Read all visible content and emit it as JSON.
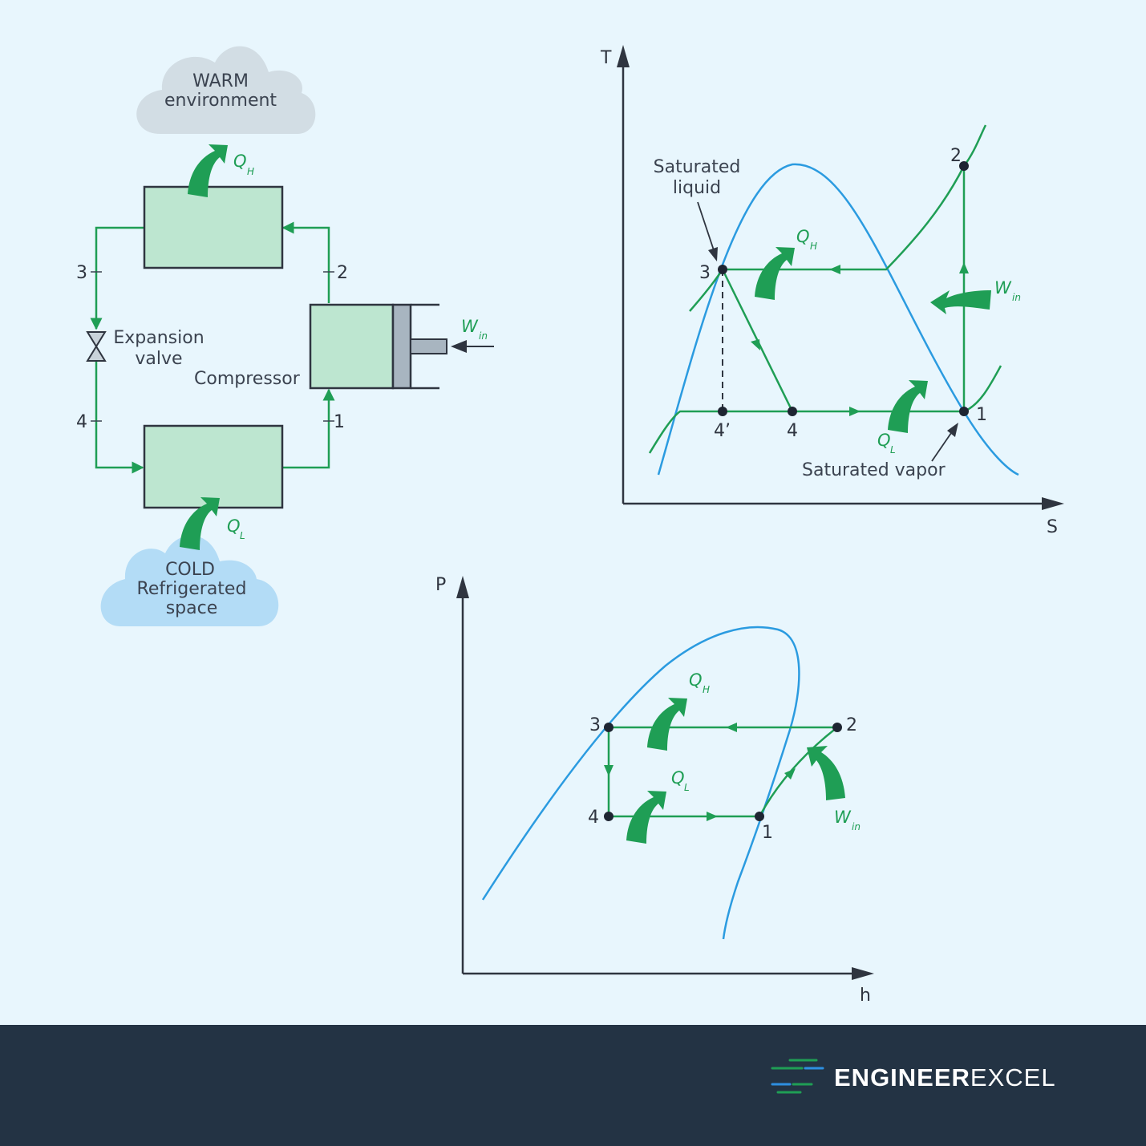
{
  "cycle": {
    "warm_cloud": [
      "WARM",
      "environment"
    ],
    "cold_cloud": [
      "COLD",
      "Refrigerated",
      "space"
    ],
    "expansion_valve": [
      "Expansion",
      "valve"
    ],
    "compressor": "Compressor",
    "state_labels": [
      "1",
      "2",
      "3",
      "4"
    ],
    "heat_out": {
      "symbol": "Q",
      "sub": "H"
    },
    "heat_in": {
      "symbol": "Q",
      "sub": "L"
    },
    "work_in": {
      "symbol": "W",
      "sub": "in"
    }
  },
  "ts_diagram": {
    "axis_y": "T",
    "axis_x": "S",
    "saturated_liquid": [
      "Saturated",
      "liquid"
    ],
    "saturated_vapor": "Saturated vapor",
    "state_labels": [
      "1",
      "2",
      "3",
      "4",
      "4’"
    ]
  },
  "ph_diagram": {
    "axis_y": "P",
    "axis_x": "h",
    "state_labels": [
      "1",
      "2",
      "3",
      "4"
    ]
  },
  "footer": {
    "brand_bold": "ENGINEER",
    "brand_light": "EXCEL",
    "colors": {
      "bar": "#233344",
      "blue": "#2e8fe0",
      "green": "#1f9e55"
    }
  },
  "colors": {
    "background": "#e8f6fd",
    "component_fill": "#bde6d0",
    "flow_green": "#1f9e55",
    "dome_blue": "#2b9be0",
    "warm_cloud": "#d2dde4",
    "cold_cloud": "#b3dcf6"
  }
}
